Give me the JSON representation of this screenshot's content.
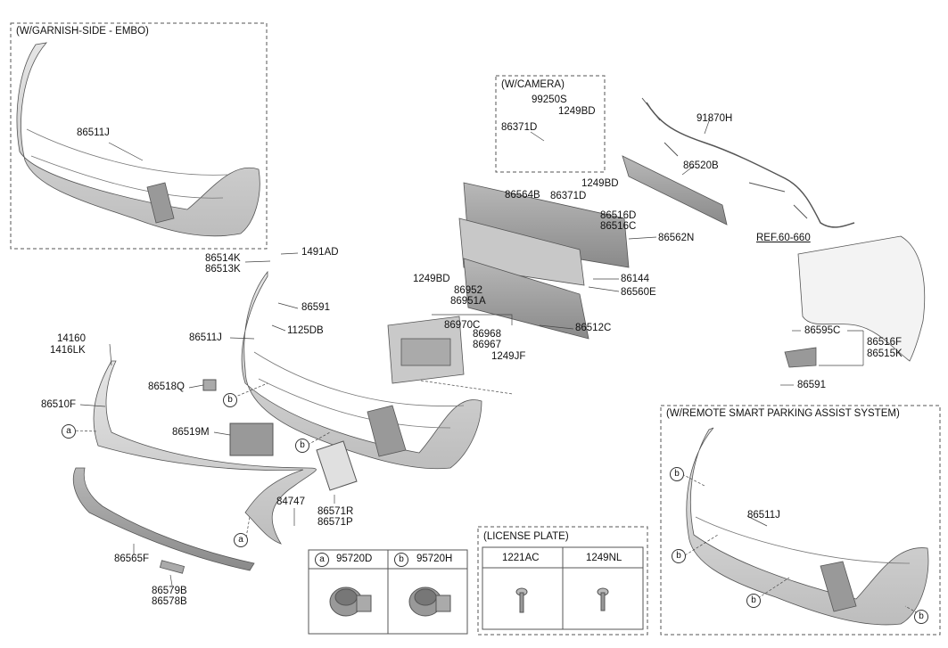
{
  "boxes": {
    "garnish": "(W/GARNISH-SIDE - EMBO)",
    "camera": "(W/CAMERA)",
    "remote": "(W/REMOTE SMART PARKING ASSIST SYSTEM)",
    "license": "(LICENSE PLATE)"
  },
  "parts": {
    "p86511J_a": "86511J",
    "p86514K": "86514K",
    "p86513K": "86513K",
    "p1491AD": "1491AD",
    "p86591_a": "86591",
    "p86511J_b": "86511J",
    "p1125DB": "1125DB",
    "p14160": "14160",
    "p1416LK": "1416LK",
    "p86518Q": "86518Q",
    "p86510F": "86510F",
    "p86519M": "86519M",
    "p84747": "84747",
    "p86571R": "86571R",
    "p86571P": "86571P",
    "p86565F": "86565F",
    "p86579B": "86579B",
    "p86578B": "86578B",
    "p99250S": "99250S",
    "p1249BD_a": "1249BD",
    "p86371D_a": "86371D",
    "p91870H": "91870H",
    "p86520B": "86520B",
    "p1249BD_b": "1249BD",
    "p86564B": "86564B",
    "p86371D_b": "86371D",
    "p86516D": "86516D",
    "p86516C": "86516C",
    "p86562N": "86562N",
    "pREF": "REF.60-660",
    "p86144": "86144",
    "p86560E": "86560E",
    "p1249BD_c": "1249BD",
    "p86952": "86952",
    "p86951A": "86951A",
    "p86970C": "86970C",
    "p86968": "86968",
    "p86967": "86967",
    "p86512C": "86512C",
    "p1249JF": "1249JF",
    "p86595C": "86595C",
    "p86516F": "86516F",
    "p86515K": "86515K",
    "p86591_b": "86591",
    "p86511J_c": "86511J"
  },
  "legend": {
    "a_letter": "a",
    "a_part": "95720D",
    "b_letter": "b",
    "b_part": "95720H"
  },
  "license_plate": {
    "col1": "1221AC",
    "col2": "1249NL"
  },
  "callouts": {
    "a": "a",
    "b": "b"
  }
}
